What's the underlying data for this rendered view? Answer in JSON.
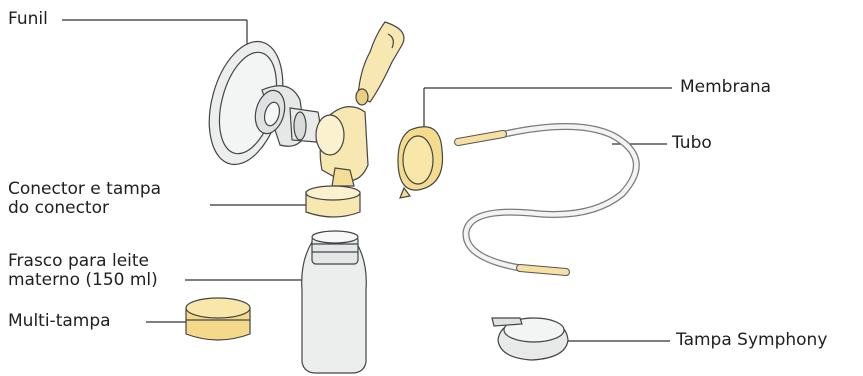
{
  "title": "",
  "labels": {
    "funil": "Funil",
    "membrana": "Membrana",
    "tubo": "Tubo",
    "conector_line1": "Conector e tampa",
    "conector_line2": "do conector",
    "frasco_line1": "Frasco para leite",
    "frasco_line2": "materno (150 ml)",
    "multitampa": "Multi-tampa",
    "tampa_symphony": "Tampa Symphony"
  },
  "colors": {
    "part_yellow": "#f7e7b1",
    "part_yellow_dark": "#e9cf7f",
    "clear_plastic": "#eceeee",
    "outline": "#3a3a3a",
    "leader_line": "#333333"
  }
}
